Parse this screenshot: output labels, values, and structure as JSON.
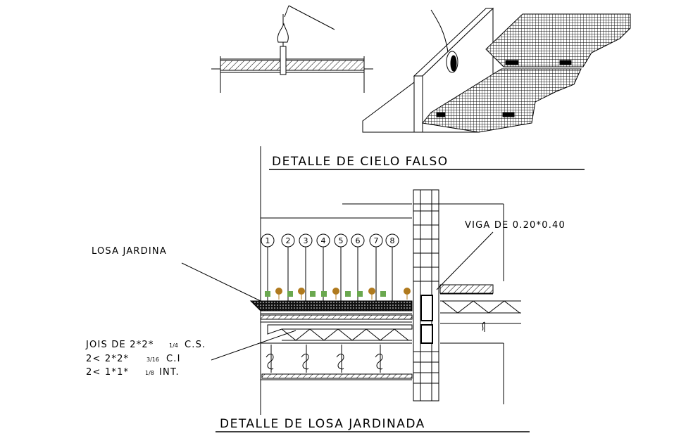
{
  "titles": {
    "cielo_falso": "DETALLE DE CIELO FALSO",
    "losa_jardinada": "DETALLE DE LOSA JARDINADA"
  },
  "labels": {
    "losa_jardina": "LOSA JARDINA",
    "viga": "VIGA DE 0.20*0.40",
    "jois_line1": "JOIS DE 2*2*",
    "jois_line1_frac": "1/4",
    "jois_line1_suffix": "C.S.",
    "jois_line2": "2< 2*2*",
    "jois_line2_frac": "3/16",
    "jois_line2_suffix": "C.I",
    "jois_line3": "2< 1*1*",
    "jois_line3_frac": "1/8",
    "jois_line3_suffix": "INT."
  },
  "layer_numbers": [
    "1",
    "2",
    "3",
    "4",
    "5",
    "6",
    "7",
    "8"
  ],
  "colors": {
    "line": "#000000",
    "plant_green": "#6aa84f",
    "plant_brown": "#b07a1e",
    "background": "#ffffff"
  }
}
